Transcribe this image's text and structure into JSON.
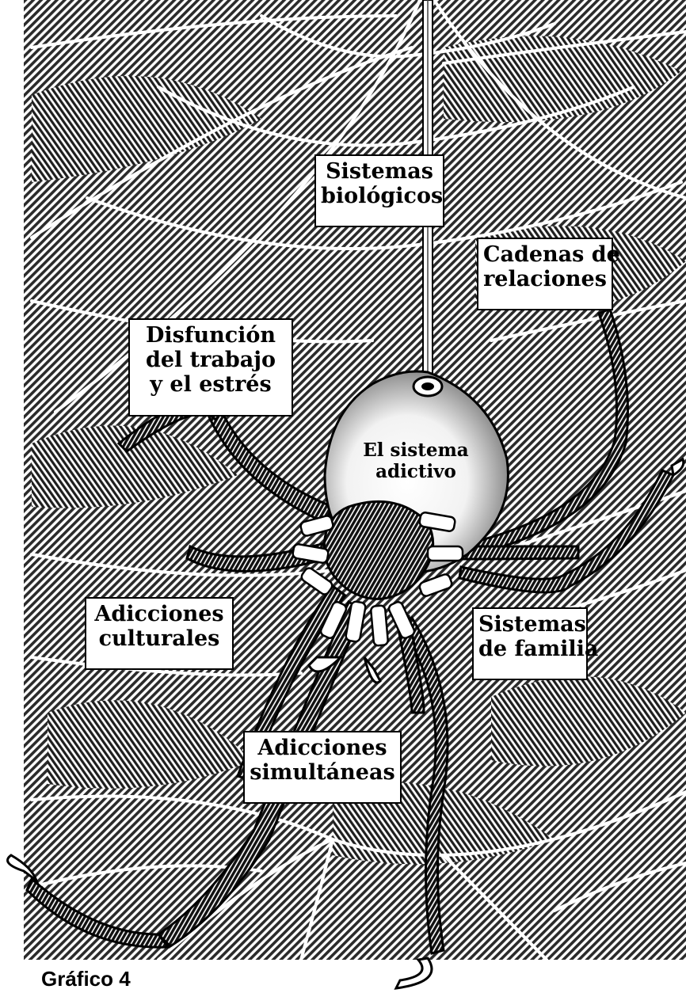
{
  "labels": {
    "sistemas_biologicos": [
      "Sistemas",
      "biológicos"
    ],
    "cadenas_de_relaciones": [
      "Cadenas de",
      "relaciones"
    ],
    "disfuncion_trabajo": [
      "Disfunción",
      "del trabajo",
      "y el estrés"
    ],
    "sistema_adictivo": [
      "El sistema",
      "adictivo"
    ],
    "adicciones_culturales": [
      "Adicciones",
      "culturales"
    ],
    "sistemas_de_familia": [
      "Sistemas",
      "de familia"
    ],
    "adicciones_simultaneas": [
      "Adicciones",
      "simultáneas"
    ]
  },
  "caption": "Gráfico 4",
  "colors": {
    "ink": "#000000",
    "paper": "#ffffff",
    "hatch": "#3a3a3a"
  },
  "illustration": {
    "subject": "spider-on-web",
    "style": "engraved-hatching"
  }
}
